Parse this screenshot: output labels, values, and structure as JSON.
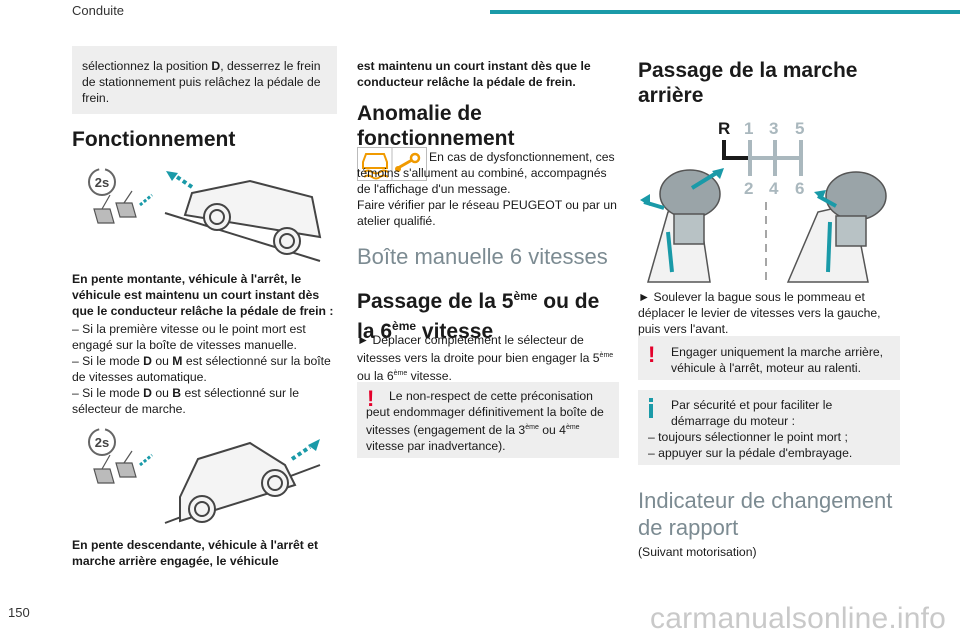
{
  "header": {
    "section": "Conduite",
    "accent_color": "#1a9aa8"
  },
  "page_number": "150",
  "watermark": "carmanualsonline.info",
  "col1": {
    "intro_box": [
      "sélectionnez la position ",
      "D",
      ", desserrez le frein de stationnement puis relâchez la pédale de frein."
    ],
    "heading": "Fonctionnement",
    "timer_label": "2s",
    "uphill_bold": "En pente montante, véhicule à l'arrêt, le véhicule est maintenu un court instant dès que le conducteur relâche la pédale de frein :",
    "uphill_items": [
      "– Si la première vitesse ou le point mort est engagé sur la boîte de vitesses manuelle.",
      [
        "– Si le mode ",
        "D",
        " ou ",
        "M",
        " est sélectionné sur la boîte de vitesses automatique."
      ],
      [
        "– Si le mode ",
        "D",
        " ou ",
        "B",
        " est sélectionné sur le sélecteur de marche."
      ]
    ],
    "downhill_bold": "En pente descendante, véhicule à l'arrêt et marche arrière engagée, le véhicule"
  },
  "col2": {
    "cont_bold": "est maintenu un court instant dès que le conducteur relâche la pédale de frein.",
    "anomaly_heading": "Anomalie de fonctionnement",
    "anomaly_text": "En cas de dysfonctionnement, ces témoins s'allument au combiné, accompagnés de l'affichage d'un message.",
    "anomaly_text2": "Faire vérifier par le réseau PEUGEOT ou par un atelier qualifié.",
    "gearbox_heading": "Boîte manuelle 6 vitesses",
    "shift_heading": [
      "Passage de la 5",
      "ème",
      " ou de la 6",
      "ème",
      " vitesse"
    ],
    "shift_text": [
      "► Déplacer complètement le sélecteur de vitesses vers la droite pour bien engager la 5",
      "ème",
      " ou la 6",
      "ème",
      " vitesse."
    ],
    "warning": [
      "Le non-respect de cette préconisation peut endommager définitivement la boîte de vitesses (engagement de la 3",
      "ème",
      " ou 4",
      "ème",
      " vitesse par inadvertance)."
    ]
  },
  "col3": {
    "reverse_heading": "Passage de la marche arrière",
    "gear_top": [
      "R",
      "1",
      "3",
      "5"
    ],
    "gear_bottom": [
      "2",
      "4",
      "6"
    ],
    "reverse_text": "► Soulever la bague sous le pommeau et déplacer le levier de vitesses vers la gauche, puis vers l'avant.",
    "warn2": "Engager uniquement la marche arrière, véhicule à l'arrêt, moteur au ralenti.",
    "info": "Par sécurité et pour faciliter le démarrage du moteur :",
    "info_items": [
      "– toujours sélectionner le point mort ;",
      "– appuyer sur la pédale d'embrayage."
    ],
    "indicator_heading": "Indicateur de changement de rapport",
    "indicator_note": "(Suivant motorisation)"
  },
  "colors": {
    "warning": "#e4002b",
    "info": "#1a9aa8",
    "heading_gray": "#7c8b92",
    "box": "#eeeeee"
  }
}
